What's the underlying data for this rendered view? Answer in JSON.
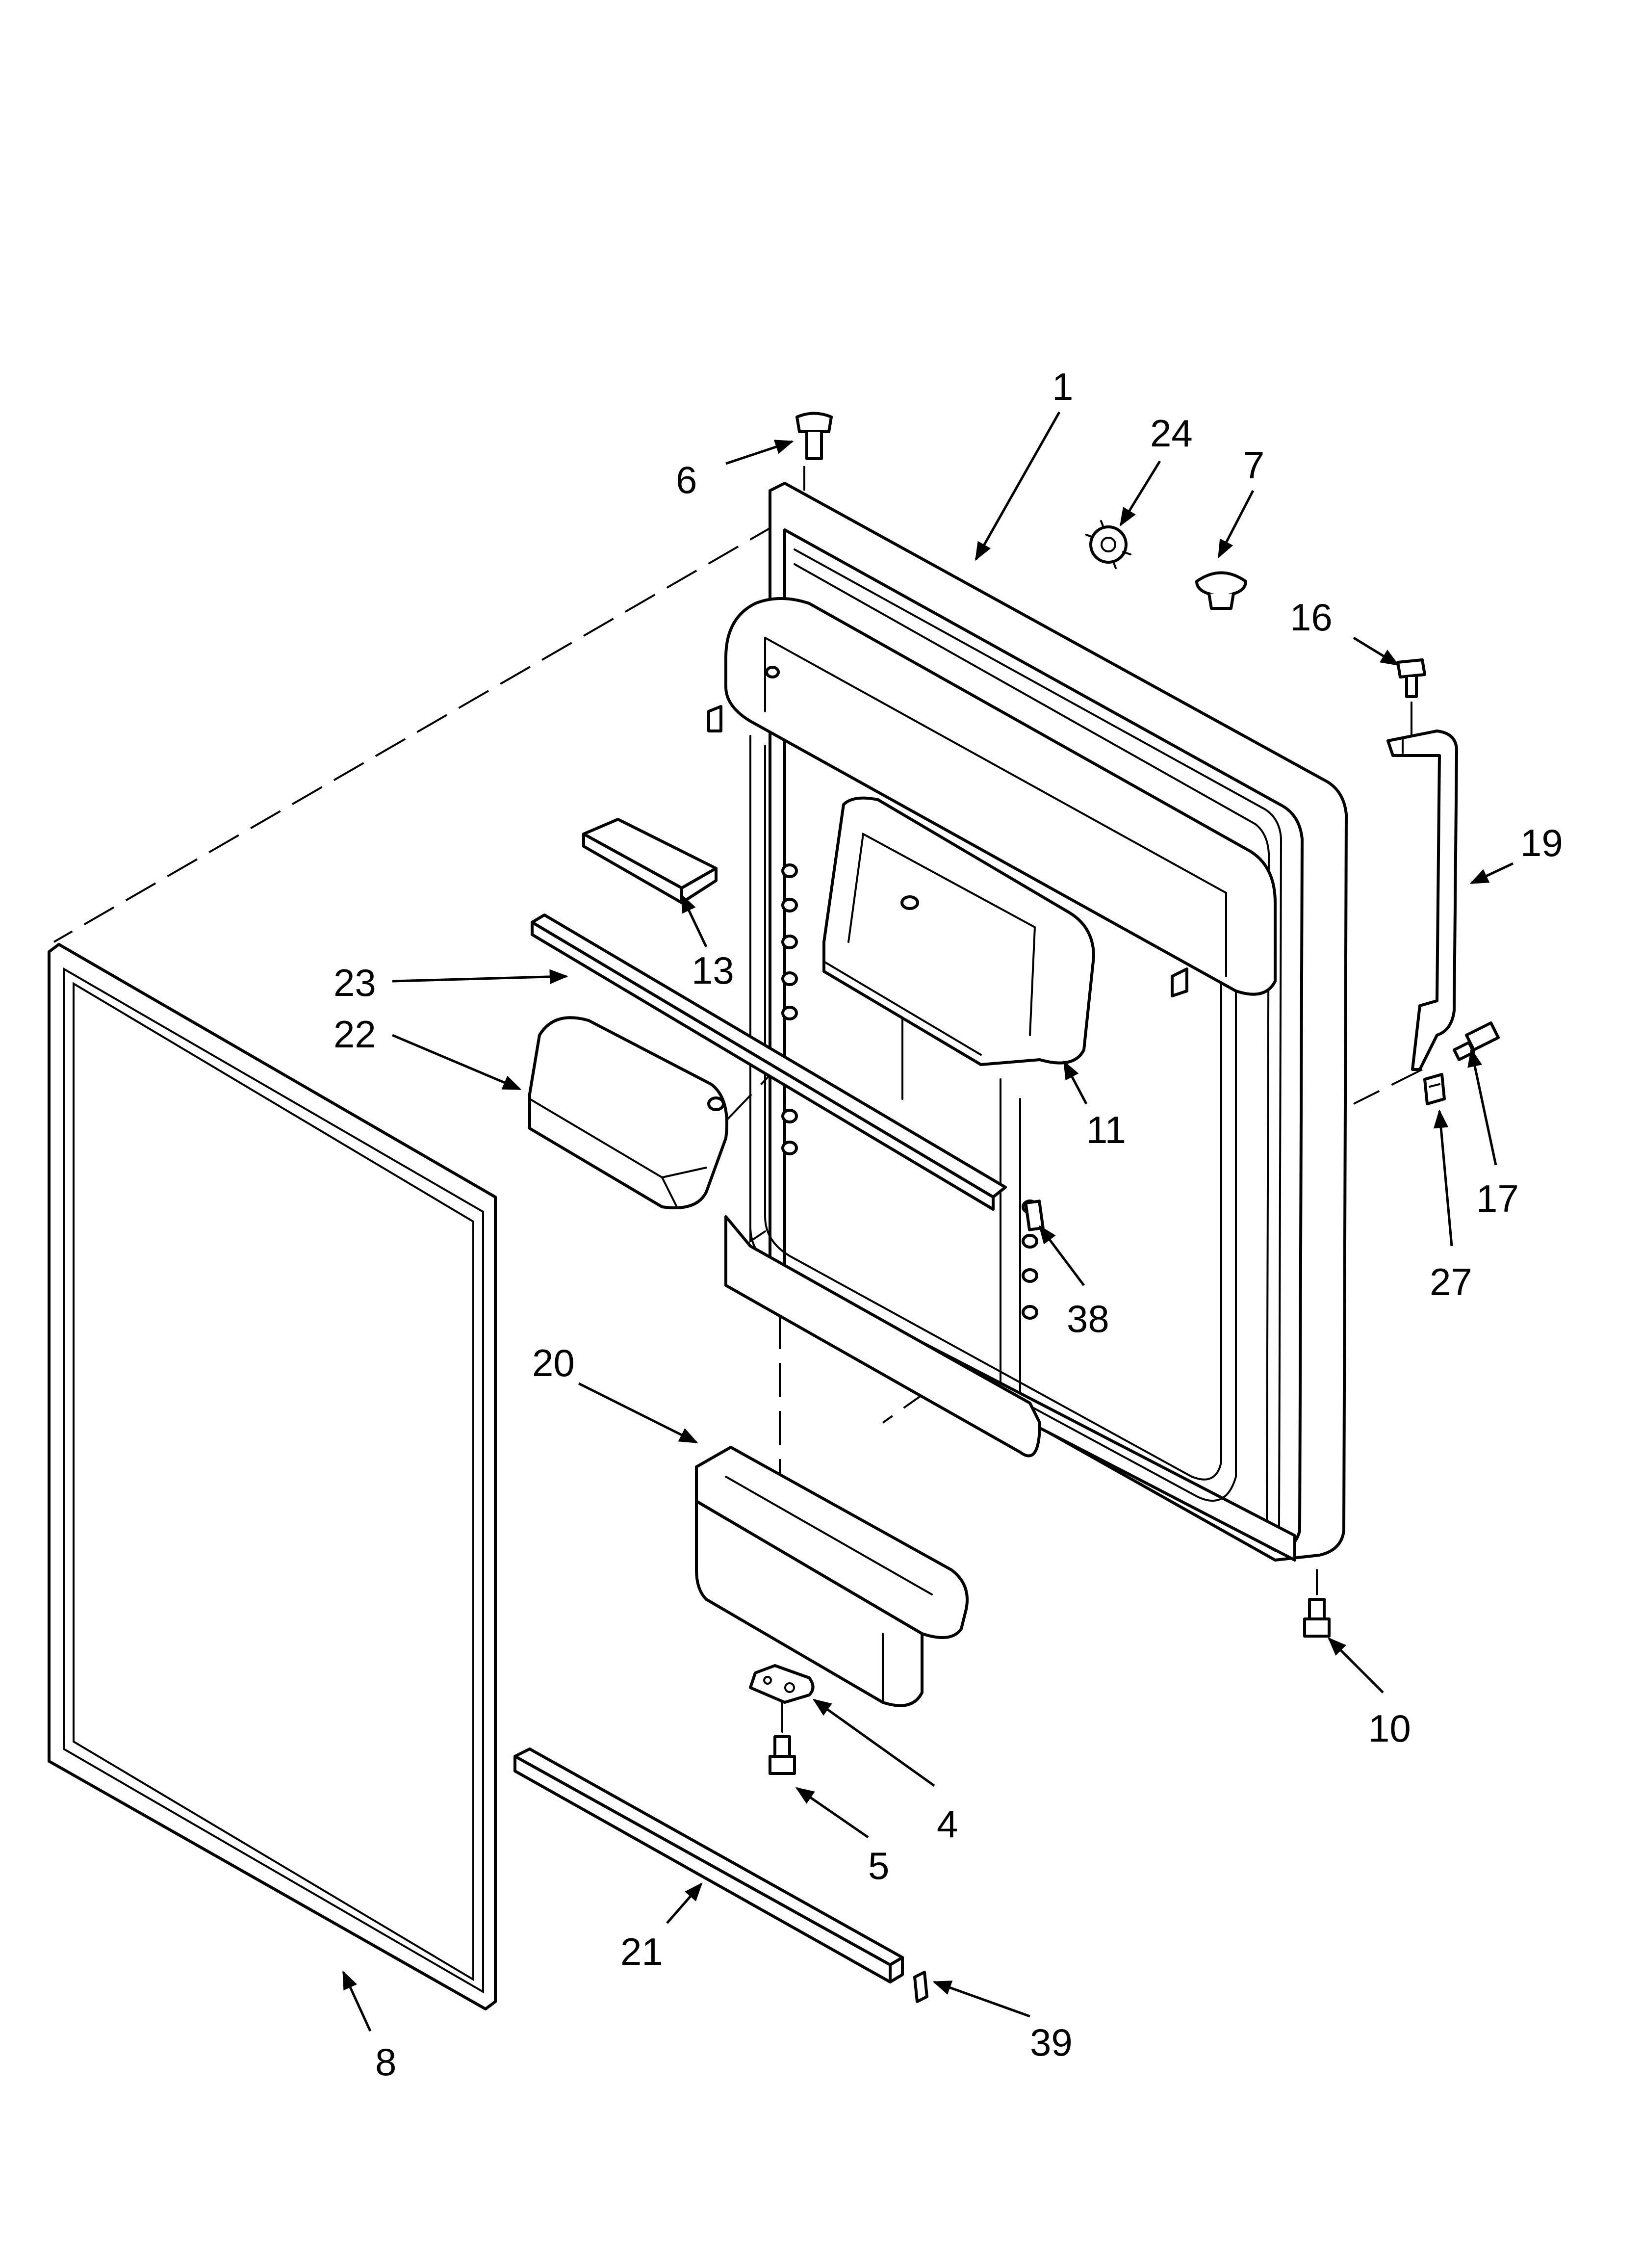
{
  "callouts": {
    "c1": "1",
    "c24": "24",
    "c7": "7",
    "c6": "6",
    "c16": "16",
    "c19": "19",
    "c13": "13",
    "c23": "23",
    "c22": "22",
    "c11": "11",
    "c17": "17",
    "c27": "27",
    "c38": "38",
    "c20": "20",
    "c10": "10",
    "c4": "4",
    "c5": "5",
    "c21": "21",
    "c8": "8",
    "c39": "39"
  }
}
